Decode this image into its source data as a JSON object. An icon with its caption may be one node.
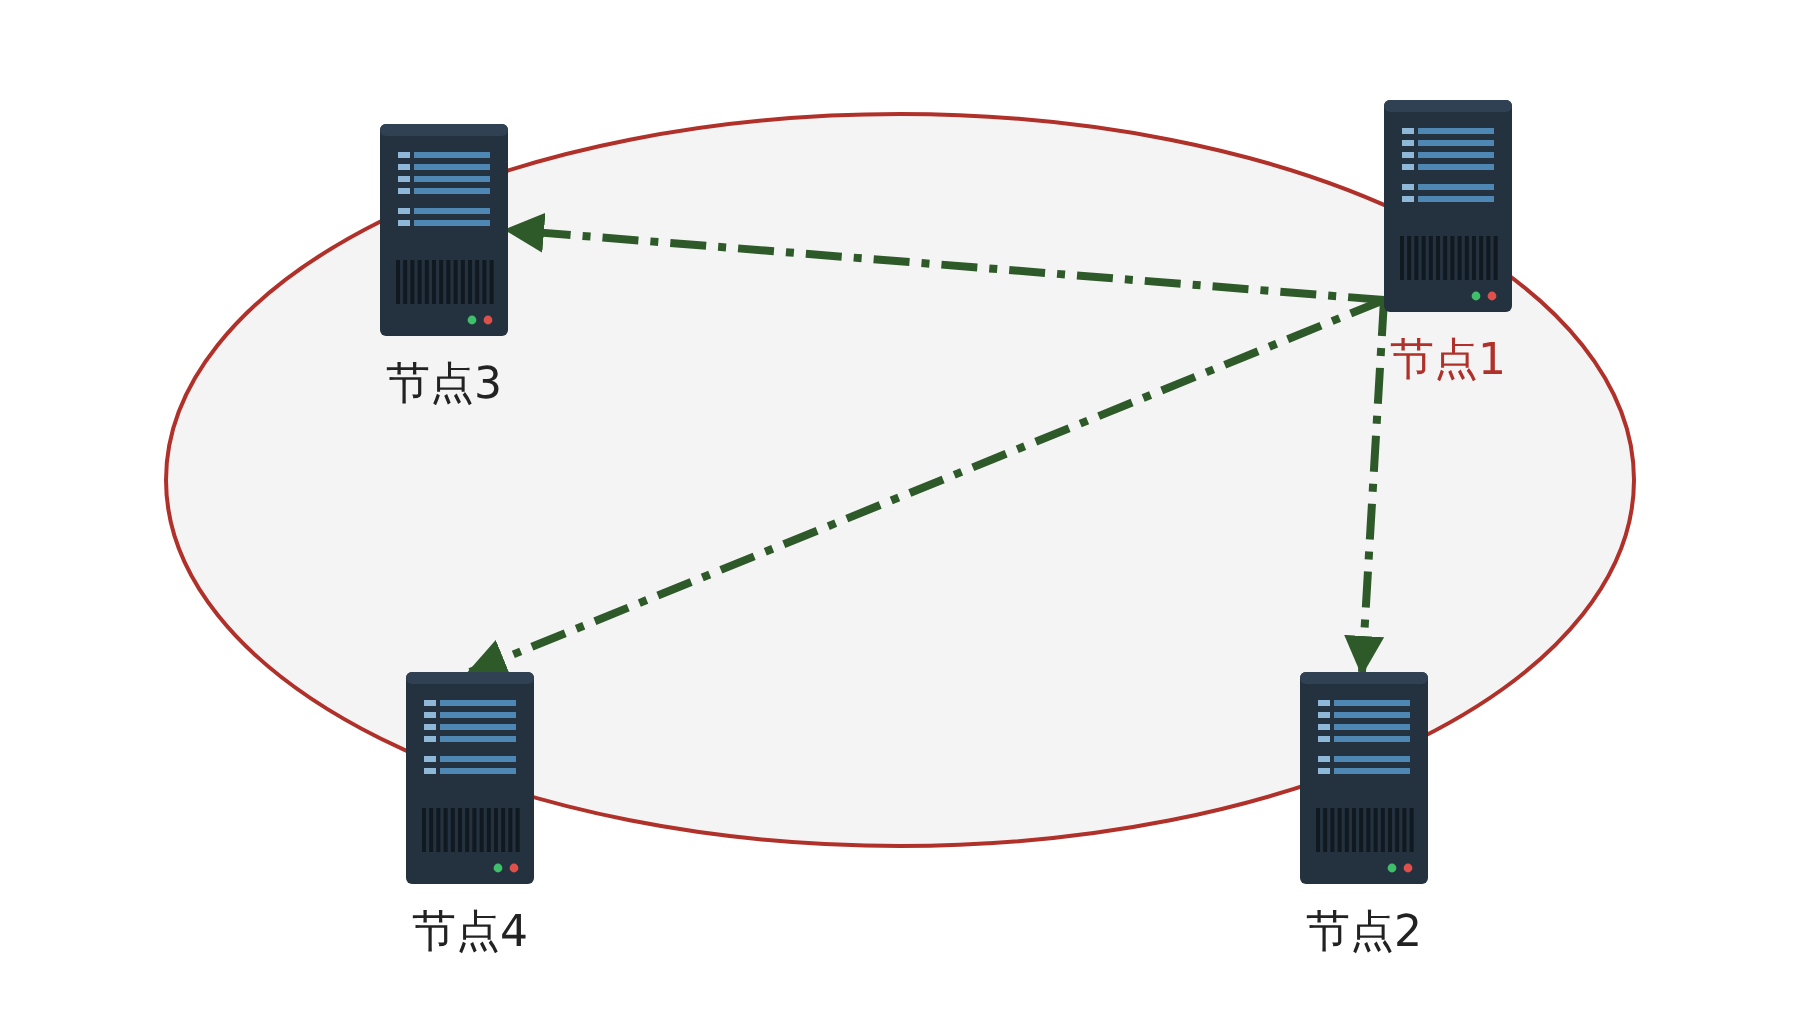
{
  "diagram": {
    "nodes": [
      {
        "text": [
          "节点3"
        ]
      },
      {
        "text": [
          "节点1"
        ]
      },
      {
        "text": [
          "节点4"
        ]
      },
      {
        "text": [
          "节点2"
        ]
      }
    ],
    "edges": [
      {
        "from": 1,
        "to": 0,
        "arrow": "to",
        "style": "dashed"
      },
      {
        "from": 1,
        "to": 2,
        "arrow": "to",
        "style": "dashed"
      },
      {
        "from": 1,
        "to": 3,
        "arrow": "to",
        "style": "dashed"
      }
    ]
  }
}
